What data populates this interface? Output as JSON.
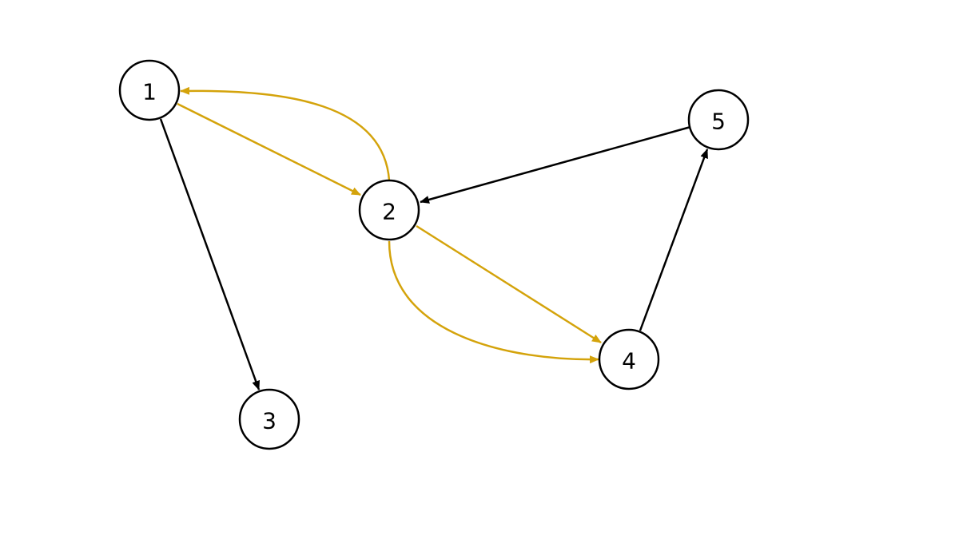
{
  "colors": {
    "default_edge": "#000000",
    "highlight_edge": "#d4a30b",
    "node_stroke": "#000000",
    "node_fill": "#ffffff",
    "label": "#000000"
  },
  "nodes": [
    {
      "id": "1",
      "label": "1"
    },
    {
      "id": "2",
      "label": "2"
    },
    {
      "id": "3",
      "label": "3"
    },
    {
      "id": "4",
      "label": "4"
    },
    {
      "id": "5",
      "label": "5"
    }
  ],
  "edges": [
    {
      "from": "1",
      "to": "2",
      "highlighted": true
    },
    {
      "from": "2",
      "to": "1",
      "highlighted": true
    },
    {
      "from": "2",
      "to": "4",
      "highlighted": true
    },
    {
      "from": "2",
      "to": "4",
      "highlighted": true
    },
    {
      "from": "1",
      "to": "3",
      "highlighted": false
    },
    {
      "from": "5",
      "to": "2",
      "highlighted": false
    },
    {
      "from": "4",
      "to": "5",
      "highlighted": false
    }
  ]
}
